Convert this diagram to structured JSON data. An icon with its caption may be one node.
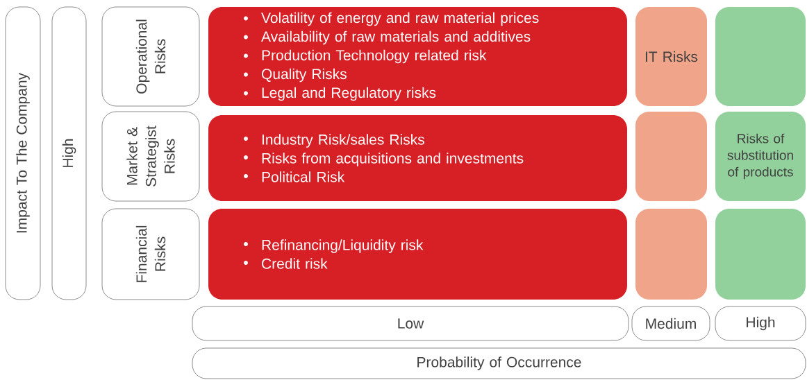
{
  "diagram": {
    "nodes": [
      {
        "text": [
          "Impact To The Company"
        ]
      },
      {
        "text": [
          "High"
        ]
      },
      {
        "text": [
          "Operational Risks"
        ]
      },
      {
        "text": [
          "Volatility of energy and raw material prices",
          "Availability of raw materials and additives",
          "Production Technology related risk",
          "Quality Risks",
          "Legal and Regulatory risks"
        ]
      },
      {
        "text": [
          "IT Risks"
        ]
      },
      {
        "text": [],
        "shape": "box"
      },
      {
        "text": [
          "Market & Strategist Risks"
        ]
      },
      {
        "text": [
          "Industry Risk/sales Risks",
          "Risks from acquisitions and investments",
          "Political Risk"
        ]
      },
      {
        "text": [],
        "shape": "box"
      },
      {
        "text": [
          "Risks of substitution of products"
        ]
      },
      {
        "text": [
          "Financial Risks"
        ]
      },
      {
        "text": [
          "Refinancing/Liquidity risk",
          "Credit risk"
        ]
      },
      {
        "text": [],
        "shape": "box"
      },
      {
        "text": [],
        "shape": "box"
      },
      {
        "text": [
          "Low"
        ]
      },
      {
        "text": [
          "Medium"
        ]
      },
      {
        "text": [
          "High"
        ]
      },
      {
        "text": [
          "Probability of Occurrence"
        ]
      }
    ]
  }
}
